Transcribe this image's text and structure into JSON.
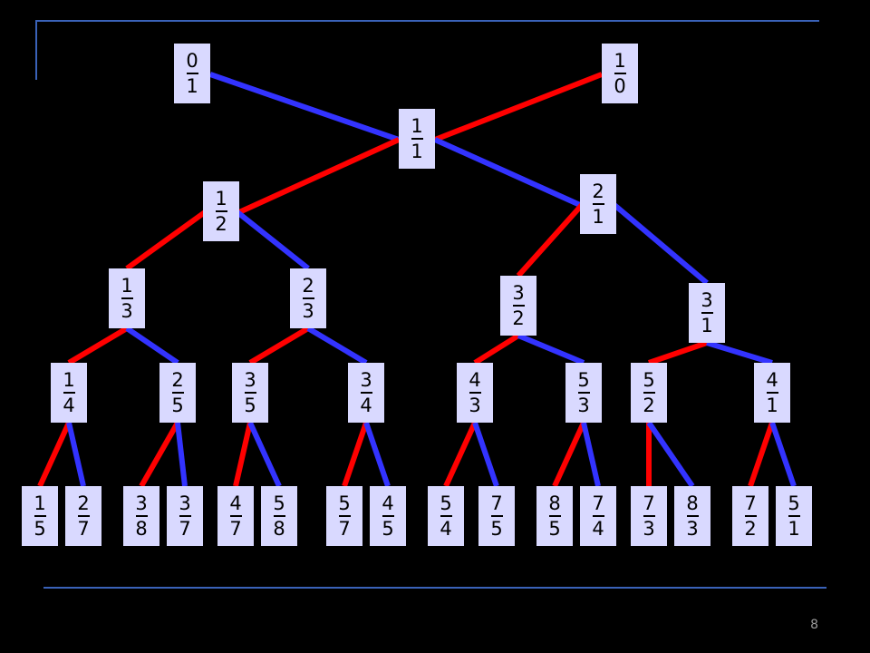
{
  "colors": {
    "left_edge": "#ff0000",
    "right_edge": "#3333ff",
    "node_fill": "#d9d9ff",
    "rule": "#3a62b8",
    "background": "#000000"
  },
  "slide_number": "8",
  "nodes": {
    "n01": [
      "0",
      "1"
    ],
    "n10": [
      "1",
      "0"
    ],
    "n11": [
      "1",
      "1"
    ],
    "n12": [
      "1",
      "2"
    ],
    "n21": [
      "2",
      "1"
    ],
    "n13": [
      "1",
      "3"
    ],
    "n23": [
      "2",
      "3"
    ],
    "n32": [
      "3",
      "2"
    ],
    "n31": [
      "3",
      "1"
    ],
    "n14": [
      "1",
      "4"
    ],
    "n25": [
      "2",
      "5"
    ],
    "n35": [
      "3",
      "5"
    ],
    "n34": [
      "3",
      "4"
    ],
    "n43": [
      "4",
      "3"
    ],
    "n53": [
      "5",
      "3"
    ],
    "n52": [
      "5",
      "2"
    ],
    "n41": [
      "4",
      "1"
    ],
    "n15": [
      "1",
      "5"
    ],
    "n27": [
      "2",
      "7"
    ],
    "n38": [
      "3",
      "8"
    ],
    "n37": [
      "3",
      "7"
    ],
    "n47": [
      "4",
      "7"
    ],
    "n58": [
      "5",
      "8"
    ],
    "n57": [
      "5",
      "7"
    ],
    "n45": [
      "4",
      "5"
    ],
    "n54": [
      "5",
      "4"
    ],
    "n75": [
      "7",
      "5"
    ],
    "n85": [
      "8",
      "5"
    ],
    "n74": [
      "7",
      "4"
    ],
    "n73": [
      "7",
      "3"
    ],
    "n83": [
      "8",
      "3"
    ],
    "n72": [
      "7",
      "2"
    ],
    "n51": [
      "5",
      "1"
    ]
  },
  "edges": [
    [
      "n01",
      "n11",
      "right"
    ],
    [
      "n10",
      "n11",
      "left"
    ],
    [
      "n11",
      "n12",
      "left"
    ],
    [
      "n11",
      "n21",
      "right"
    ],
    [
      "n12",
      "n13",
      "left"
    ],
    [
      "n12",
      "n23",
      "right"
    ],
    [
      "n21",
      "n32",
      "left"
    ],
    [
      "n21",
      "n31",
      "right"
    ],
    [
      "n13",
      "n14",
      "left"
    ],
    [
      "n13",
      "n25",
      "right"
    ],
    [
      "n23",
      "n35",
      "left"
    ],
    [
      "n23",
      "n34",
      "right"
    ],
    [
      "n32",
      "n43",
      "left"
    ],
    [
      "n32",
      "n53",
      "right"
    ],
    [
      "n31",
      "n52",
      "left"
    ],
    [
      "n31",
      "n41",
      "right"
    ],
    [
      "n14",
      "n15",
      "left"
    ],
    [
      "n14",
      "n27",
      "right"
    ],
    [
      "n25",
      "n38",
      "left"
    ],
    [
      "n25",
      "n37",
      "right"
    ],
    [
      "n35",
      "n47",
      "left"
    ],
    [
      "n35",
      "n58",
      "right"
    ],
    [
      "n34",
      "n57",
      "left"
    ],
    [
      "n34",
      "n45",
      "right"
    ],
    [
      "n43",
      "n54",
      "left"
    ],
    [
      "n43",
      "n75",
      "right"
    ],
    [
      "n53",
      "n85",
      "left"
    ],
    [
      "n53",
      "n74",
      "right"
    ],
    [
      "n52",
      "n73",
      "left"
    ],
    [
      "n52",
      "n83",
      "right"
    ],
    [
      "n41",
      "n72",
      "left"
    ],
    [
      "n41",
      "n51",
      "right"
    ]
  ]
}
